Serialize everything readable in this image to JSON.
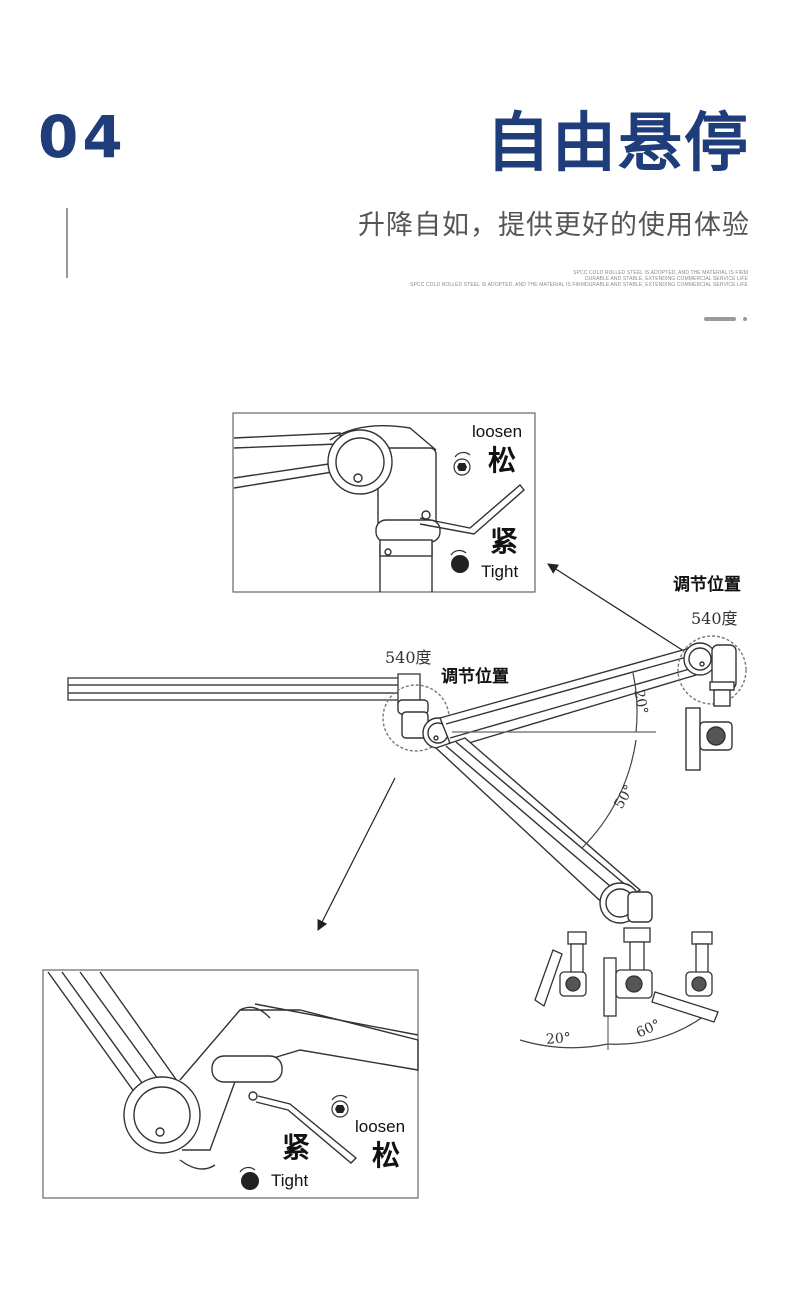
{
  "header": {
    "section_number": "04",
    "title": "自由悬停",
    "subtitle": "升降自如，提供更好的使用体验",
    "fine_print": [
      "SPCC COLD ROLLED STEEL IS ADOPTED, AND THE MATERIAL IS FIRM",
      "DURABLE AND STABLE, EXTENDING COMMERCIAL SERVICE LIFE",
      "SPCC COLD ROLLED STEEL IS ADOPTED, AND THE MATERIAL IS FIRMDURABLE AND STABLE, EXTENDING COMMERCIAL SERVICE LIFE"
    ]
  },
  "diagram": {
    "top_inset": {
      "loosen_en": "loosen",
      "loosen_cn": "松",
      "tight_cn": "紧",
      "tight_en": "Tight"
    },
    "bottom_inset": {
      "loosen_en": "loosen",
      "loosen_cn": "松",
      "tight_cn": "紧",
      "tight_en": "Tight"
    },
    "joint_right": {
      "label": "调节位置",
      "rotation": "540度"
    },
    "joint_left": {
      "label": "调节位置",
      "rotation": "540度"
    },
    "angles": {
      "upper_arm": "20°",
      "lower_arm": "50°",
      "tilt_left": "20°",
      "tilt_right": "60°"
    }
  },
  "colors": {
    "brand_blue": "#1f3d7a",
    "line": "#333333"
  }
}
